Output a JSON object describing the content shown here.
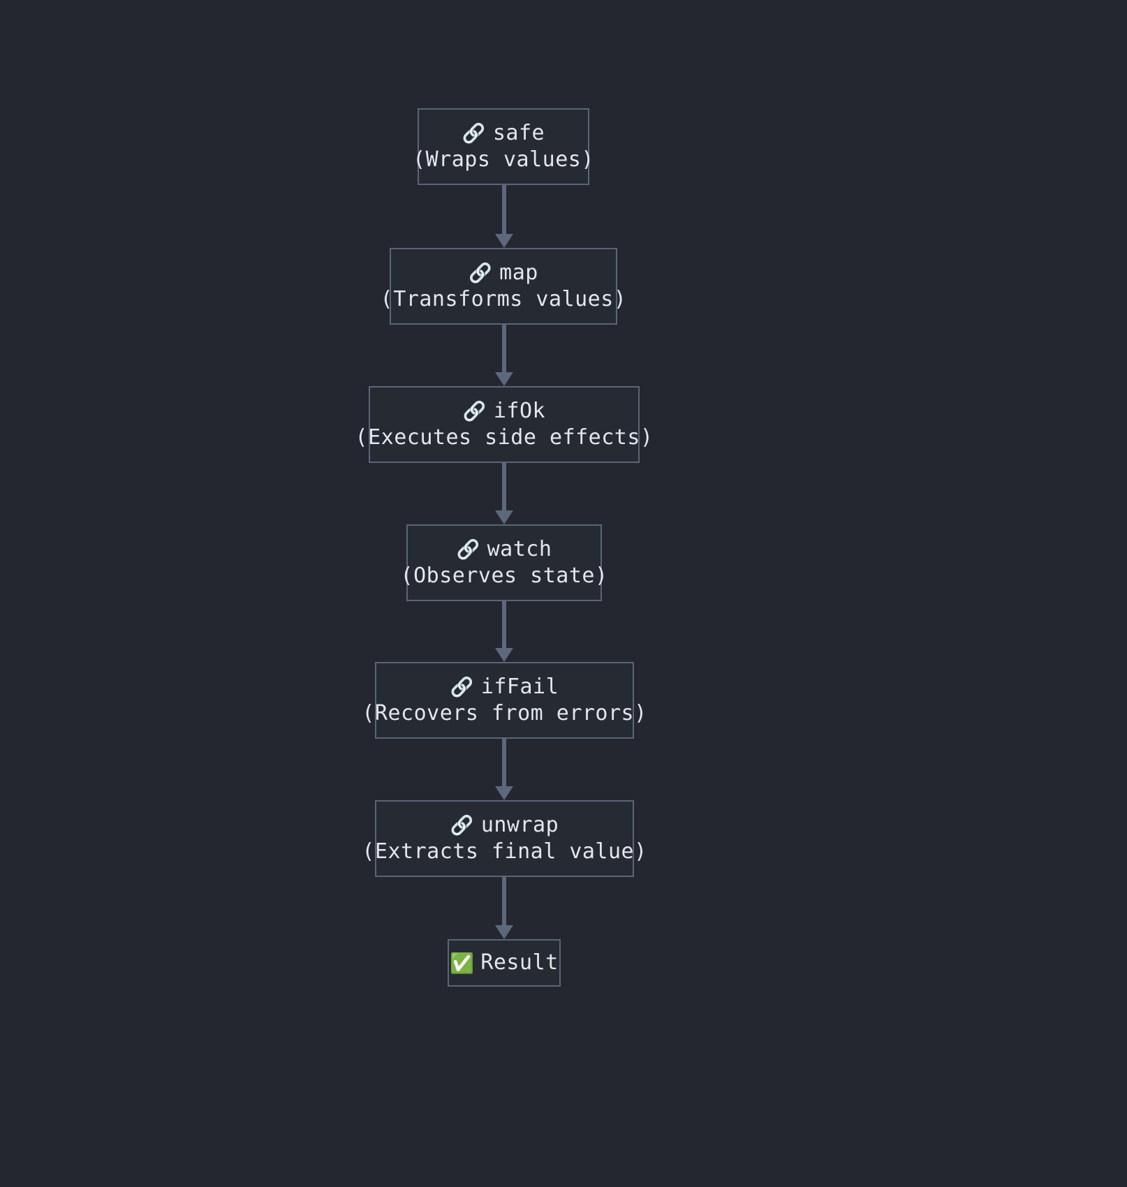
{
  "diagram": {
    "type": "flowchart",
    "direction": "top-to-bottom",
    "background_color": "#24272f",
    "node_fill_color": "#262a33",
    "node_border_color": "#5b6577",
    "edge_color": "#5e687c",
    "text_color": "#e3e6ec",
    "nodes": [
      {
        "id": "safe",
        "icon": "link-icon",
        "icon_glyph": "🔗",
        "title": "safe",
        "subtitle": "(Wraps values)"
      },
      {
        "id": "map",
        "icon": "link-icon",
        "icon_glyph": "🔗",
        "title": "map",
        "subtitle": "(Transforms values)"
      },
      {
        "id": "ifOk",
        "icon": "link-icon",
        "icon_glyph": "🔗",
        "title": "ifOk",
        "subtitle": "(Executes side effects)"
      },
      {
        "id": "watch",
        "icon": "link-icon",
        "icon_glyph": "🔗",
        "title": "watch",
        "subtitle": "(Observes state)"
      },
      {
        "id": "ifFail",
        "icon": "link-icon",
        "icon_glyph": "🔗",
        "title": "ifFail",
        "subtitle": "(Recovers from errors)"
      },
      {
        "id": "unwrap",
        "icon": "link-icon",
        "icon_glyph": "🔗",
        "title": "unwrap",
        "subtitle": "(Extracts final value)"
      },
      {
        "id": "result",
        "icon": "check-mark-button-icon",
        "icon_glyph": "✅",
        "title": "Result",
        "subtitle": ""
      }
    ],
    "edges": [
      {
        "from": "safe",
        "to": "map"
      },
      {
        "from": "map",
        "to": "ifOk"
      },
      {
        "from": "ifOk",
        "to": "watch"
      },
      {
        "from": "watch",
        "to": "ifFail"
      },
      {
        "from": "ifFail",
        "to": "unwrap"
      },
      {
        "from": "unwrap",
        "to": "result"
      }
    ]
  }
}
